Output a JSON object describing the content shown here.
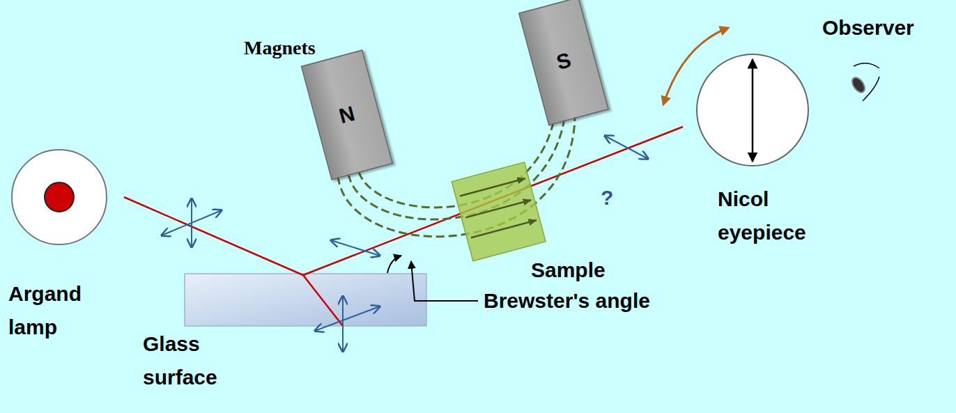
{
  "diagram": {
    "nodes": [
      {
        "text": [
          "N"
        ]
      },
      {
        "text": [
          "S"
        ]
      }
    ],
    "labels": [
      "Magnets",
      "Observer",
      "?",
      "Argand lamp",
      "Glass surface",
      "Brewster's angle",
      "Sample",
      "Nicol eyepiece"
    ]
  }
}
